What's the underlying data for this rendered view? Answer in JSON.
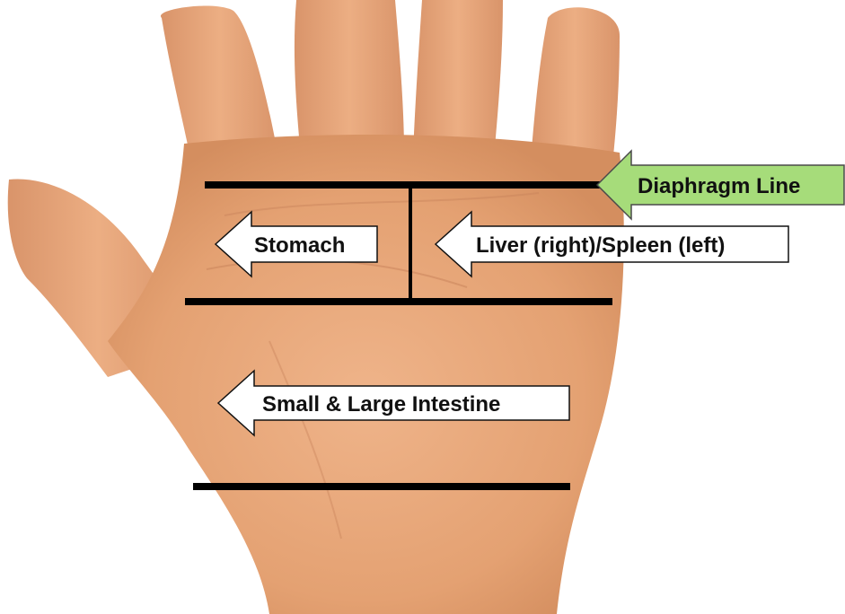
{
  "labels": {
    "diaphragm": "Diaphragm Line",
    "stomach": "Stomach",
    "liver_spleen": "Liver (right)/Spleen (left)",
    "intestine": "Small & Large Intestine"
  },
  "colors": {
    "skin": "#e8a87a",
    "skin_shadow": "#d48e5f",
    "line": "#000000",
    "arrow_fill": "#ffffff",
    "diaphragm_arrow_fill": "#a6dc7a"
  }
}
